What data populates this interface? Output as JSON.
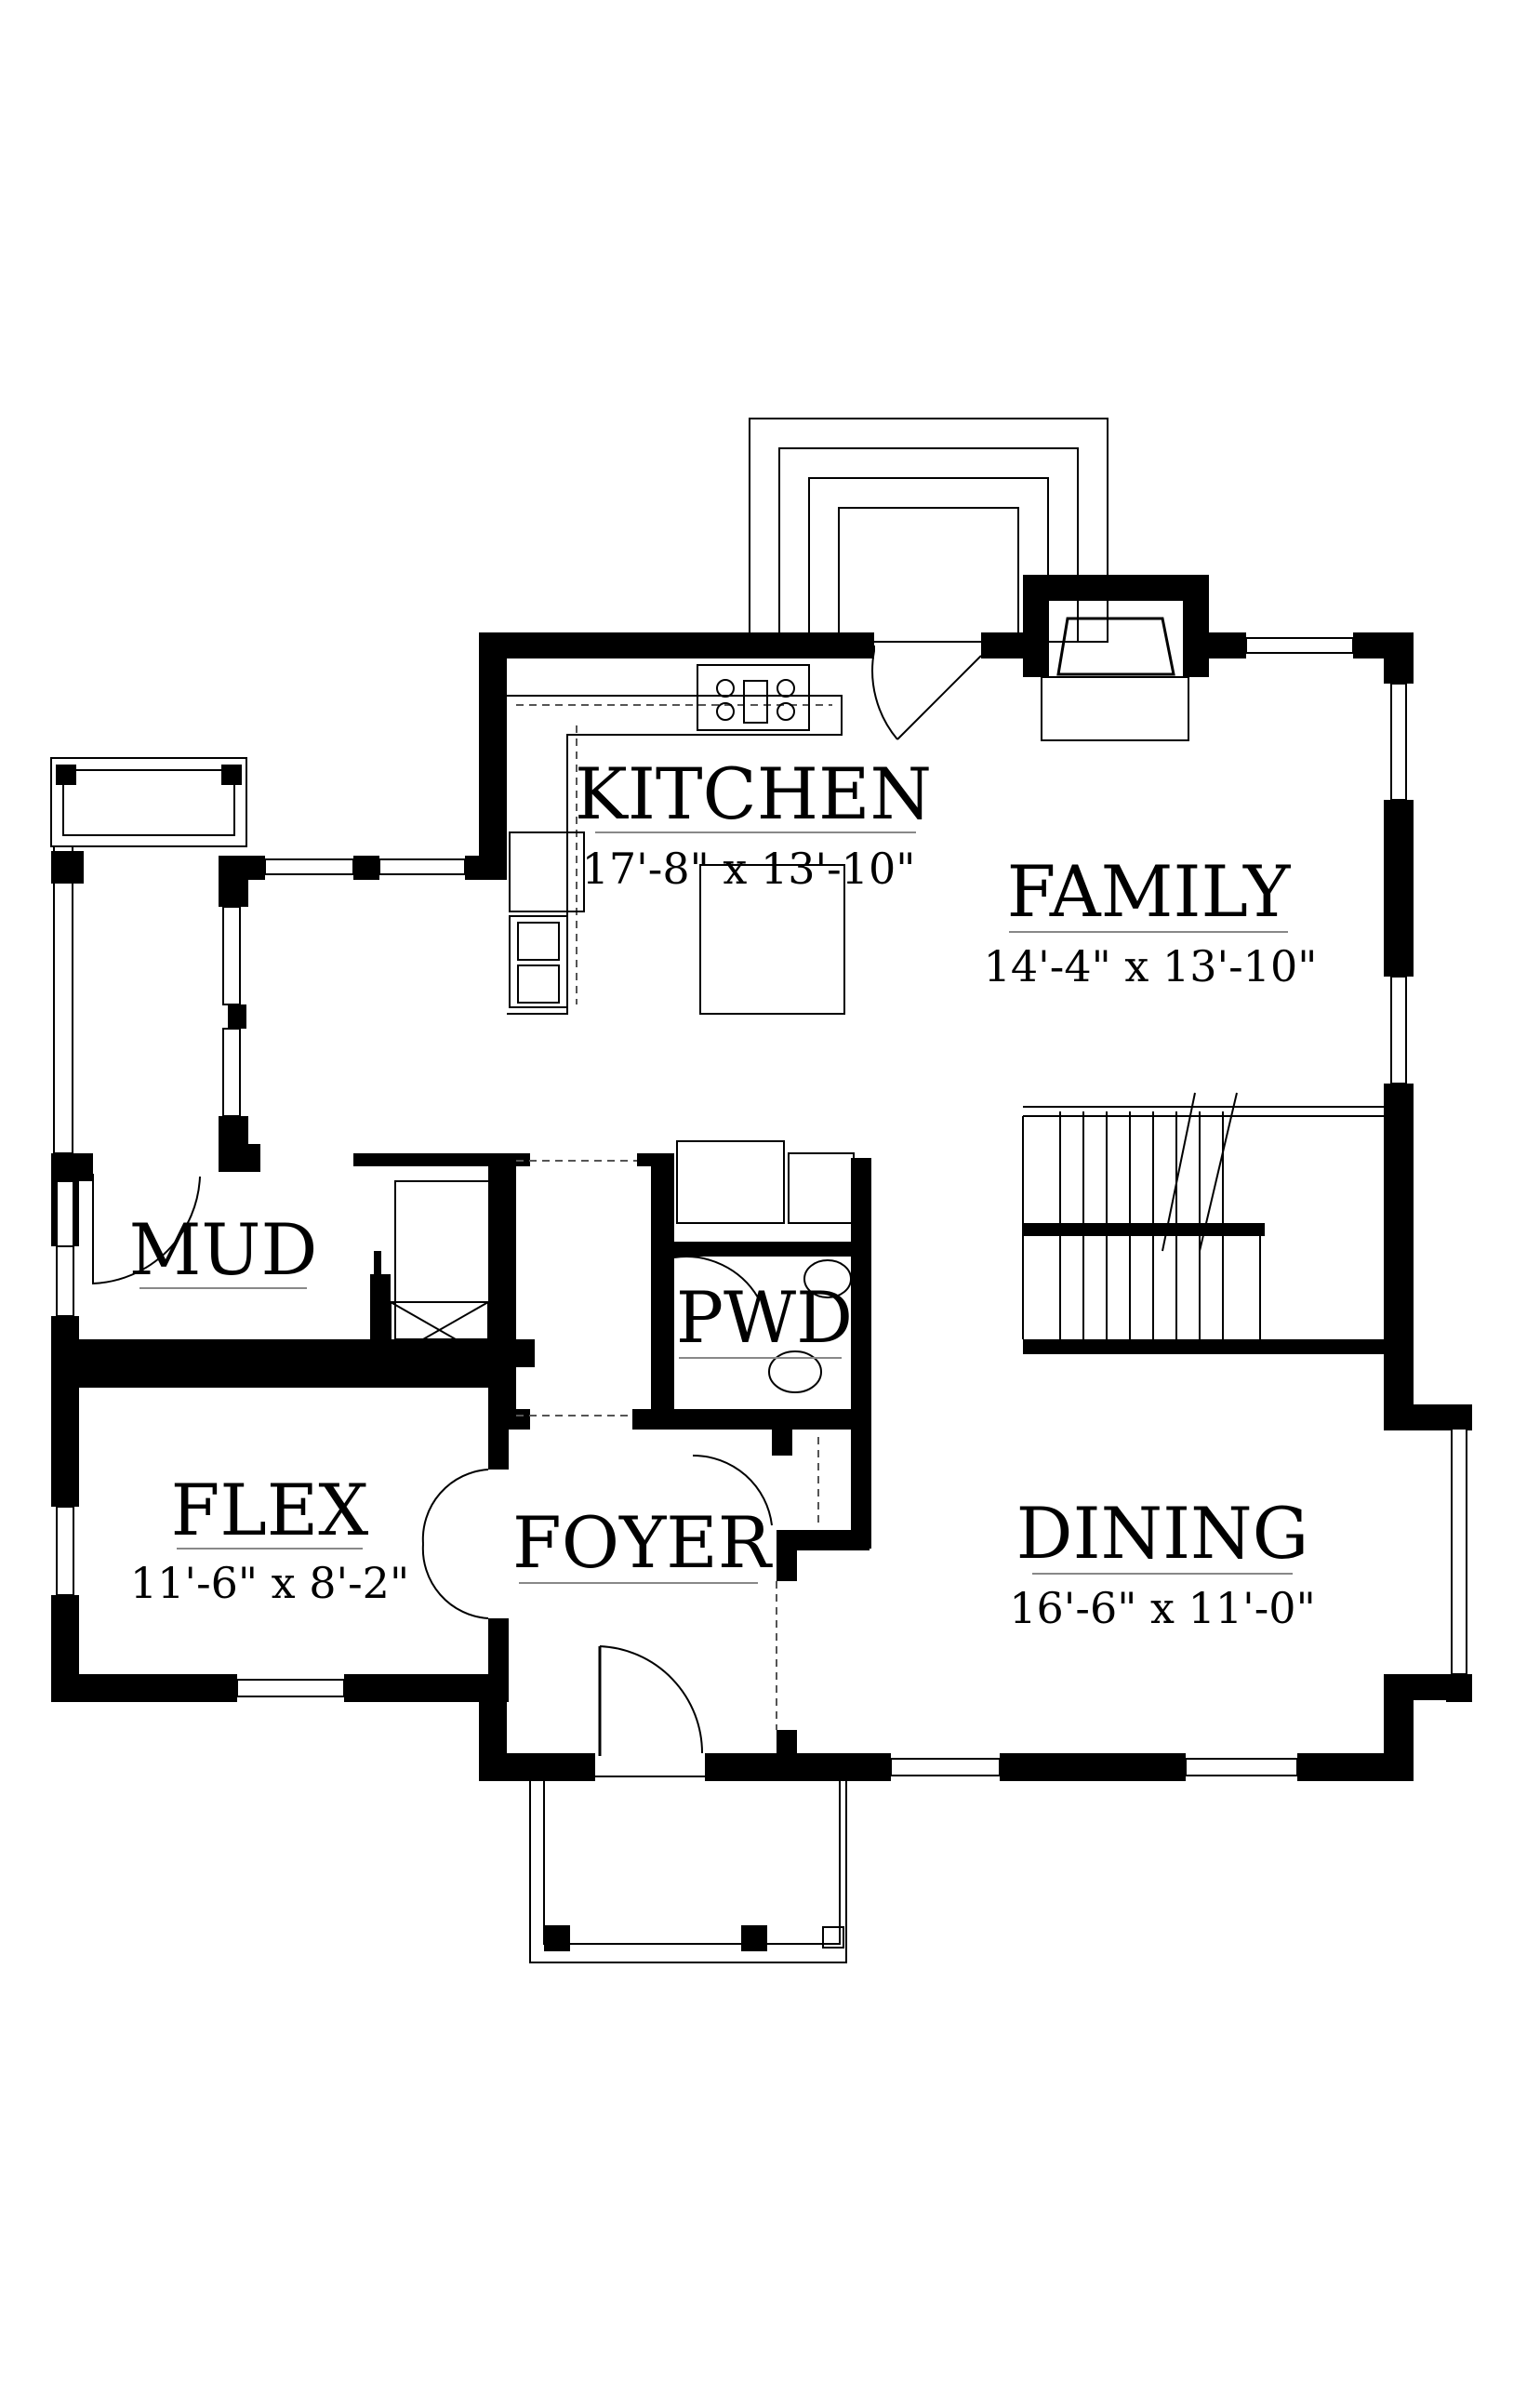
{
  "rooms": {
    "kitchen": {
      "name": "KITCHEN",
      "dims": "17'-8\" x 13'-10\""
    },
    "family": {
      "name": "FAMILY",
      "dims": "14'-4\" x 13'-10\""
    },
    "mud": {
      "name": "MUD",
      "dims": ""
    },
    "pwd": {
      "name": "PWD",
      "dims": ""
    },
    "flex": {
      "name": "FLEX",
      "dims": "11'-6\" x 8'-2\""
    },
    "foyer": {
      "name": "FOYER",
      "dims": ""
    },
    "dining": {
      "name": "DINING",
      "dims": "16'-6\" x 11'-0\""
    }
  }
}
